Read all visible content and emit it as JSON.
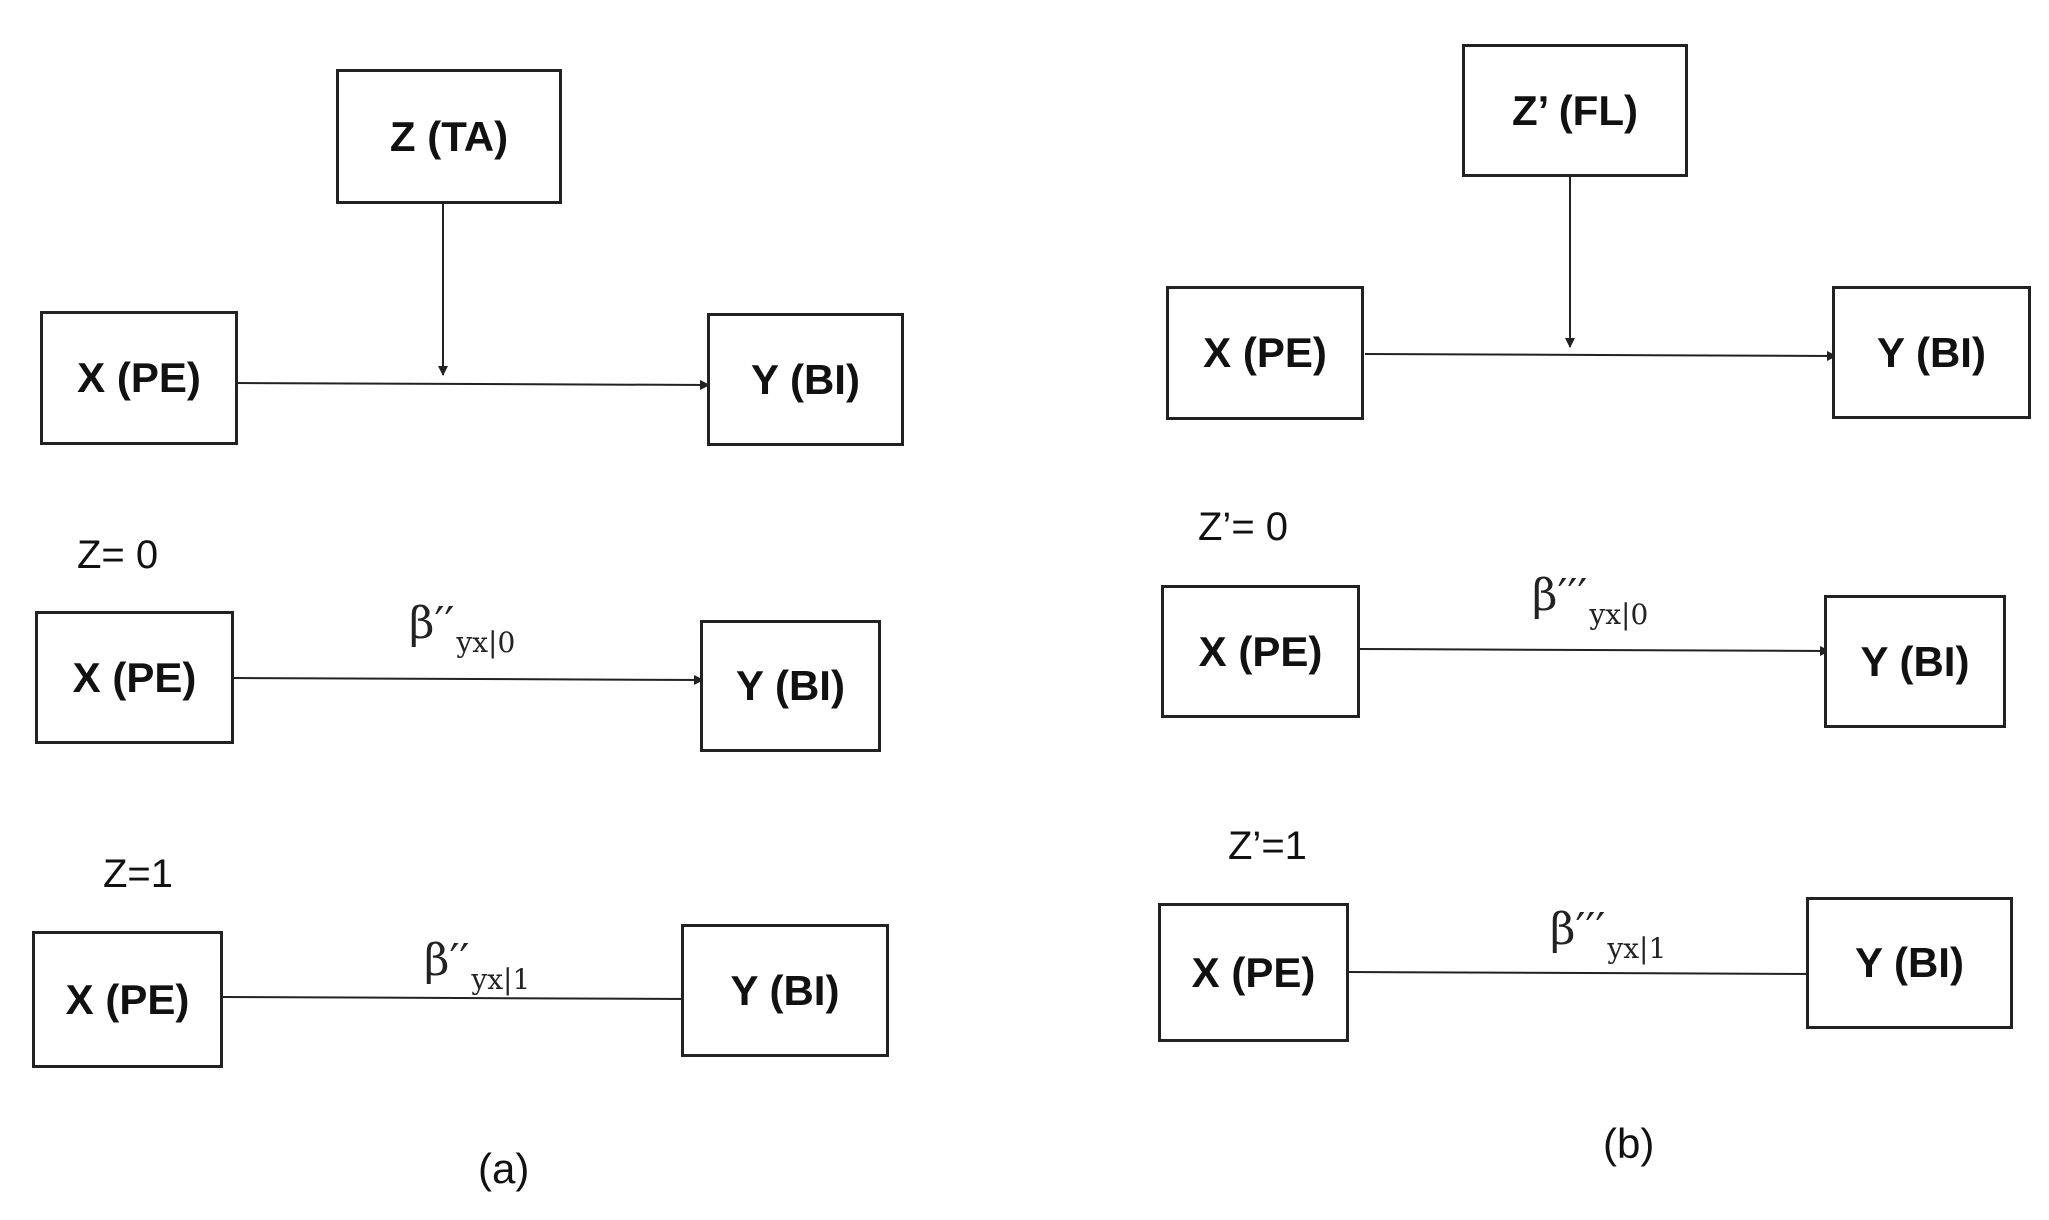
{
  "panel_a": {
    "moderator": "Z (TA)",
    "main": {
      "x": "X (PE)",
      "y": "Y (BI)"
    },
    "cond0": {
      "label": "Z= 0",
      "x": "X (PE)",
      "y": "Y (BI)",
      "beta": "β′′",
      "beta_sub": "yx|0"
    },
    "cond1": {
      "label": "Z=1",
      "x": "X (PE)",
      "y": "Y (BI)",
      "beta": "β′′",
      "beta_sub": "yx|1"
    },
    "caption": "(a)"
  },
  "panel_b": {
    "moderator": "Z’ (FL)",
    "main": {
      "x": "X (PE)",
      "y": "Y (BI)"
    },
    "cond0": {
      "label": "Z’= 0",
      "x": "X (PE)",
      "y": "Y (BI)",
      "beta": "β′′′",
      "beta_sub": "yx|0"
    },
    "cond1": {
      "label": "Z’=1",
      "x": "X (PE)",
      "y": "Y (BI)",
      "beta": "β′′′",
      "beta_sub": "yx|1"
    },
    "caption": "(b)"
  }
}
